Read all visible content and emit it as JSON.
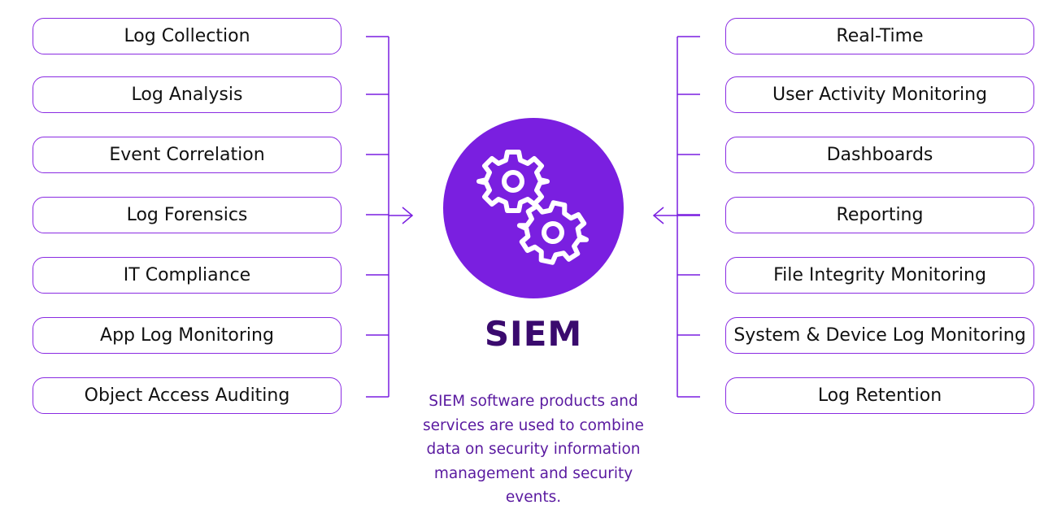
{
  "left_features": [
    "Log Collection",
    "Log Analysis",
    "Event Correlation",
    "Log Forensics",
    "IT Compliance",
    "App Log Monitoring",
    "Object Access Auditing"
  ],
  "right_features": [
    "Real-Time",
    "User Activity Monitoring",
    "Dashboards",
    "Reporting",
    "File Integrity Monitoring",
    "System & Device Log Monitoring",
    "Log Retention"
  ],
  "hub": {
    "icon": "gears-icon",
    "title": "SIEM",
    "description": "SIEM software products and services are used to combine data on security information management and security events."
  },
  "colors": {
    "accent": "#7a1fe0",
    "border": "#8a2be2",
    "title": "#3a0a6e",
    "description": "#5a1aa0",
    "connector": "#7a1fe0"
  }
}
